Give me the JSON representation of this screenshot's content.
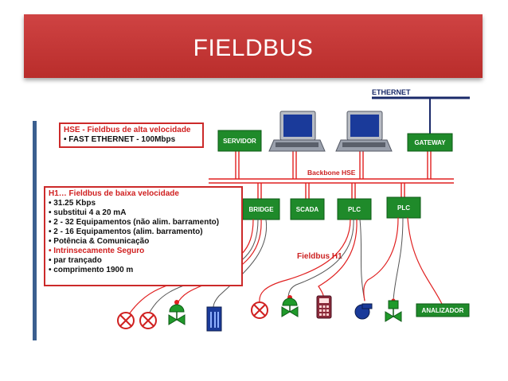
{
  "title": "FIELDBUS",
  "hse_box": {
    "heading": "HSE - Fieldbus de alta velocidade",
    "item": "• FAST ETHERNET - 100Mbps"
  },
  "h1_box": {
    "heading": "H1… Fieldbus de baixa velocidade",
    "items": [
      "• 31.25 Kbps",
      "• substitui 4 a 20 mA",
      "• 2 - 32 Equipamentos (não alim. barramento)",
      "• 2 - 16 Equipamentos (alim. barramento)",
      "• Potência & Comunicação",
      "• Intrinsecamente Seguro",
      "• par trançado",
      "• comprimento 1900 m"
    ]
  },
  "nodes": {
    "servidor": "SERVIDOR",
    "gateway": "GATEWAY",
    "bridge": "BRIDGE",
    "scada": "SCADA",
    "plc1": "PLC",
    "plc2": "PLC",
    "analizador": "ANALIZADOR"
  },
  "labels": {
    "ethernet": "ETHERNET",
    "backbone": "Backbone HSE",
    "fieldbus_h1": "Fieldbus H1"
  },
  "colors": {
    "banner": "#c0302e",
    "node_green": "#1f8a2a",
    "bus_red": "#e02020",
    "ethernet_blue": "#1a2a6a"
  }
}
